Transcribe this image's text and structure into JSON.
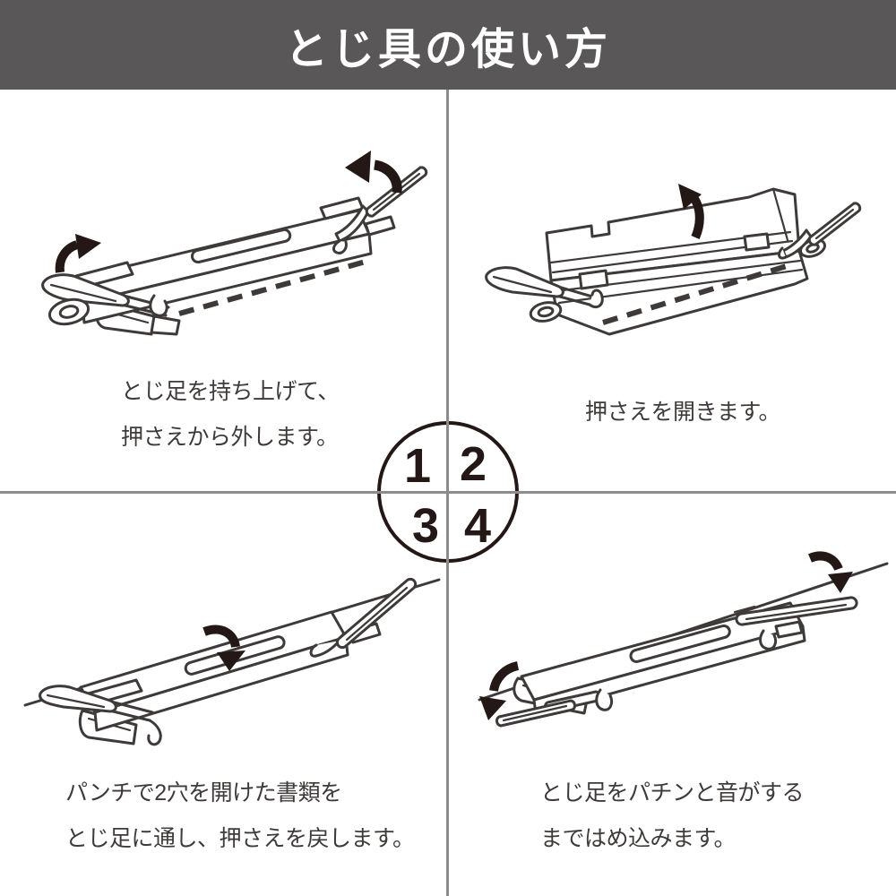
{
  "header": {
    "title": "とじ具の使い方",
    "bg_color": "#595757",
    "text_color": "#ffffff"
  },
  "dividers": {
    "color": "#8c8c8c"
  },
  "artwork": {
    "line_color": "#3e3a39",
    "arrow_color": "#231815"
  },
  "center_badge": {
    "shape": "circle",
    "border_color": "#231815",
    "numbers": [
      "1",
      "2",
      "3",
      "4"
    ]
  },
  "steps": [
    {
      "number": "1",
      "caption_lines": [
        "とじ足を持ち上げて、",
        "押さえから外します。"
      ],
      "illustration": "lift-binder-prongs-off-presser"
    },
    {
      "number": "2",
      "caption_lines": [
        "押さえを開きます。"
      ],
      "illustration": "open-presser-plate"
    },
    {
      "number": "3",
      "caption_lines": [
        "パンチで2穴を開けた書類を",
        "とじ足に通し、押さえを戻します。"
      ],
      "illustration": "thread-punched-documents-and-return-presser"
    },
    {
      "number": "4",
      "caption_lines": [
        "とじ足をパチンと音がする",
        "まではめ込みます。"
      ],
      "illustration": "snap-prongs-in-until-click"
    }
  ]
}
